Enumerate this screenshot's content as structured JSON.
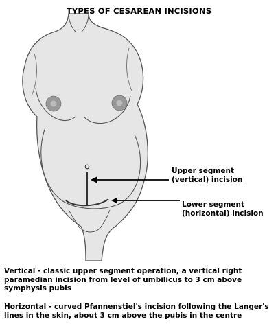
{
  "title": "TYPES OF CESAREAN INCISIONS",
  "labels": {
    "upper_line1": "Upper segment",
    "upper_line2": "(vertical) incision",
    "lower_line1": "Lower segment",
    "lower_line2": "(horizontal) incision"
  },
  "descriptions": {
    "vertical": "Vertical - classic upper segment operation, a vertical right paramedian incision from level of umbilicus to 3 cm above symphysis pubis",
    "horizontal": "Horizontal - curved Pfannenstiel's incision following the Langer's lines in the skin, about 3 cm above the pubis in the centre"
  },
  "colors": {
    "body_fill": "#e6e6e6",
    "outline": "#555555",
    "incision": "#333333",
    "areola": "#999999"
  }
}
